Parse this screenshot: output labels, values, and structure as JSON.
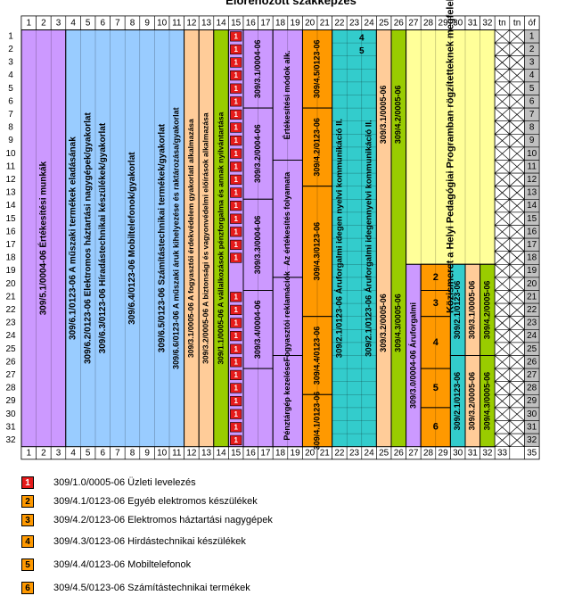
{
  "title": "Előrehozott szakképzés",
  "colors": {
    "lilac": "#cc99ff",
    "blue": "#99ccff",
    "peach": "#ffcc99",
    "green": "#99cc00",
    "teal": "#33cccc",
    "orange": "#ff9900",
    "yellow": "#ffff99",
    "red": "#e51b1b",
    "grey": "#c0c0c0"
  },
  "col_labels_top": [
    "1",
    "2",
    "3",
    "4",
    "5",
    "6",
    "7",
    "8",
    "9",
    "10",
    "11",
    "12",
    "13",
    "14",
    "15",
    "16",
    "17",
    "18",
    "19",
    "20",
    "21",
    "22",
    "23",
    "24",
    "25",
    "26",
    "27",
    "28",
    "29",
    "30",
    "31",
    "32",
    "tn",
    "tn",
    "óf"
  ],
  "col_labels_bottom": [
    "1",
    "2",
    "3",
    "4",
    "5",
    "6",
    "7",
    "8",
    "9",
    "10",
    "11",
    "12",
    "13",
    "14",
    "15",
    "16",
    "17",
    "18",
    "19",
    "20",
    "21",
    "22",
    "23",
    "24",
    "25",
    "26",
    "27",
    "28",
    "29",
    "30",
    "31",
    "32",
    "33",
    "34",
    "35"
  ],
  "row_labels": [
    "1",
    "2",
    "3",
    "4",
    "5",
    "6",
    "7",
    "8",
    "9",
    "10",
    "11",
    "12",
    "13",
    "14",
    "15",
    "16",
    "17",
    "18",
    "19",
    "20",
    "21",
    "22",
    "23",
    "24",
    "25",
    "26",
    "27",
    "28",
    "29",
    "30",
    "31",
    "32"
  ],
  "vertical_labels": [
    "309/5.1/0004-06 Értékesítési munkák",
    "309/6.1/0123-06 A műszaki termékek eladásának",
    "309/6.2/0123-06 Elektromos háztartási nagygépek/gyakorlat",
    "309/6.3/0123-06 Híradástechnikai készülékek/gyakorlat",
    "309/6.4/0123-06 Mobiltelefonok/gyakorlat",
    "309/6.5/0123-06 Számítástechnikai termékek/gyakorlat",
    "309/6.6/0123-06 A műszaki áruk kihelyezése és raktározása/gyakorlat",
    "309/3.1/0005-06 A fogyasztói érdekvédelem gyakorlati alkalmazása",
    "309/3.2/0005-06 A biztonsági és vagyonvédelmi előírások alkalmazása",
    "309/1.1/0005-06 A vállalkozások pénzforgalma és annak nyilvántartása",
    "309/2.1/0123-06 Áruforgalmi idegen nyelvi kommunikáció II.",
    "309/2.1/0123-06 Áruforgalmi idegennyelvi kommunikáció II.",
    "309/3.2/0005-06",
    "309/4.3/0005-06",
    "309/3.1/0005-06",
    "309/4.2/0005-06",
    "309/3.0/0004-06 Áruforgalmi",
    "309/2.1/0123-06",
    "309/3.1/0005-06",
    "309/4.2/0005-06",
    "309/3.2/0005-06",
    "309/4.3/0005-06"
  ],
  "block_texts": [
    "309/3.1/0004-06",
    "Értékesítési módok alk.",
    "309/3.2/0004-06",
    "Az értékesítés folyamata",
    "309/3.3/0004-06",
    "Fogyasztói reklamációk",
    "309/3.4/0004-06",
    "Pénztárgép kezelése",
    "309/4.1/0123-06",
    "309/4.2/0123-06",
    "309/4.3/0123-06",
    "309/4.4/0123-06",
    "309/4.5/0123-06",
    "Közismeret a Helyi Pedagógiai Programban rögzítetteknek megfelelően"
  ],
  "badge_numbers": [
    "1",
    "2",
    "3",
    "4",
    "5",
    "6"
  ],
  "legend": [
    {
      "num": "1",
      "color": "#e51b1b",
      "text": "309/1.0/0005-06 Üzleti levelezés"
    },
    {
      "num": "2",
      "color": "#ff9900",
      "text": "309/4.1/0123-06 Egyéb elektromos készülékek"
    },
    {
      "num": "3",
      "color": "#ff9900",
      "text": "309/4.2/0123-06 Elektromos háztartási nagygépek"
    },
    {
      "num": "4",
      "color": "#ff9900",
      "text": "309/4.3/0123-06 Hirdástechnikai készülékek"
    },
    {
      "num": "5",
      "color": "#ff9900",
      "text": "309/4.4/0123-06 Mobiltelefonok"
    },
    {
      "num": "6",
      "color": "#ff9900",
      "text": "309/4.5/0123-06 Számítástechnikai termékek"
    }
  ]
}
